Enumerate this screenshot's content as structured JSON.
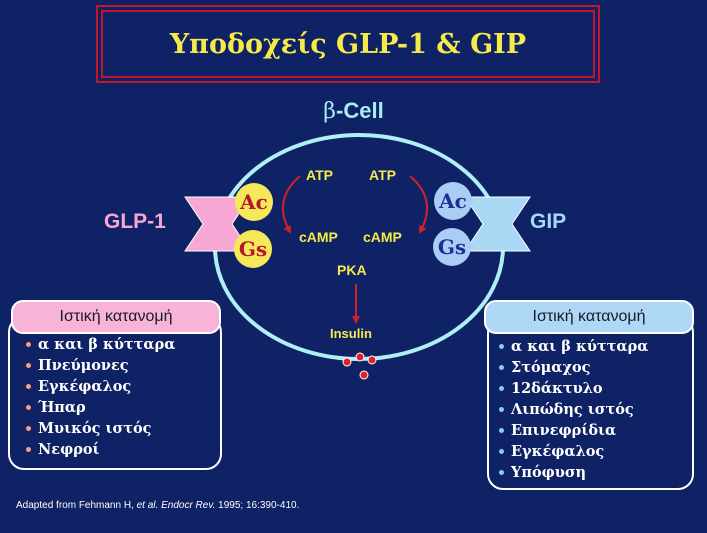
{
  "title": "Υποδοχείς GLP-1 & GIP",
  "cell": {
    "beta_symbol": "β",
    "label_suffix": "-Cell"
  },
  "receptors": {
    "left": {
      "name": "GLP-1",
      "ac": "Ac",
      "gs": "Gs",
      "colors": {
        "receptor": "#f7a7d3",
        "ac_fill": "#f5e95a",
        "ac_text": "#b3182a"
      }
    },
    "right": {
      "name": "GIP",
      "ac": "Ac",
      "gs": "Gs",
      "colors": {
        "receptor": "#a9d8f5",
        "ac_fill": "#aaccf5",
        "ac_text": "#1e2f8f"
      }
    }
  },
  "molecules": {
    "atp_left": "ATP",
    "atp_right": "ATP",
    "camp_left": "cAMP",
    "camp_right": "cAMP",
    "pka": "PKA",
    "insulin": "Insulin"
  },
  "left_panel": {
    "header": "Ιστική κατανομή",
    "items": [
      "α και β κύτταρα",
      "Πνεύμονες",
      "Εγκέφαλος",
      "Ήπαρ",
      "Μυικός ιστός",
      "Νεφροί"
    ]
  },
  "right_panel": {
    "header": "Ιστική κατανομή",
    "items": [
      "α και β κύτταρα",
      "Στόμαχος",
      "12δάκτυλο",
      "Λιπώδης ιστός",
      "Επινεφρίδια",
      "Εγκέφαλος",
      "Υπόφυση"
    ]
  },
  "citation": {
    "prefix": "Adapted from Fehmann H, ",
    "etal": "et al.",
    "middle": " ",
    "journal": "Endocr Rev.",
    "suffix": " 1995; 16:390-410."
  },
  "colors": {
    "background": "#0f2265",
    "title_text": "#f5ea4a",
    "title_border": "#c0182a",
    "cell_membrane": "#aef0f5",
    "arrow": "#d0202a",
    "insulin_granule": "#e0202a"
  }
}
